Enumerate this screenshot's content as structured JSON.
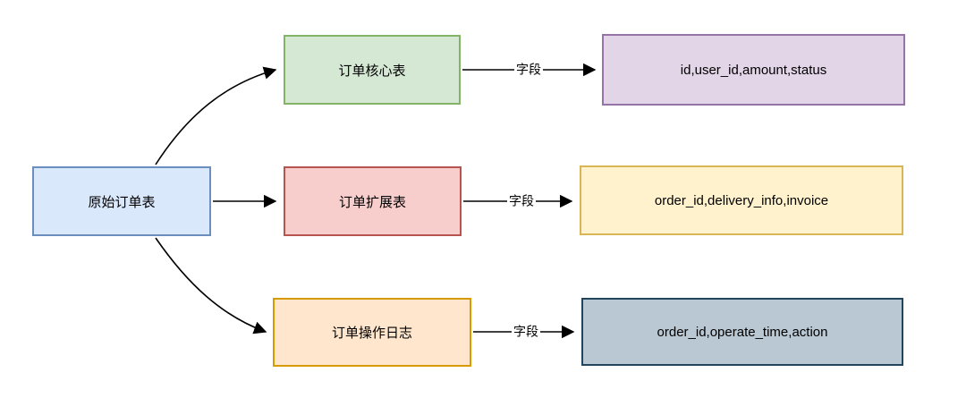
{
  "diagram": {
    "title": "order-table-split-diagram",
    "background": "#ffffff",
    "edge_color": "#000000",
    "nodes": {
      "source": {
        "label": "原始订单表",
        "fill": "#dae8fc",
        "stroke": "#6c8ebf"
      },
      "core": {
        "label": "订单核心表",
        "fill": "#d5e8d4",
        "stroke": "#82b366"
      },
      "ext": {
        "label": "订单扩展表",
        "fill": "#f8cecc",
        "stroke": "#b85450"
      },
      "log": {
        "label": "订单操作日志",
        "fill": "#ffe6cc",
        "stroke": "#d79b00"
      },
      "core_fields": {
        "label": "id,user_id,amount,status",
        "fill": "#e1d5e7",
        "stroke": "#9673a6"
      },
      "ext_fields": {
        "label": "order_id,delivery_info,invoice",
        "fill": "#fff2cc",
        "stroke": "#d6b656"
      },
      "log_fields": {
        "label": "order_id,operate_time,action",
        "fill": "#bac8d3",
        "stroke": "#23445d"
      }
    },
    "edges": [
      {
        "from": "source",
        "to": "core",
        "label": ""
      },
      {
        "from": "source",
        "to": "ext",
        "label": ""
      },
      {
        "from": "source",
        "to": "log",
        "label": ""
      },
      {
        "from": "core",
        "to": "core_fields",
        "label": "字段"
      },
      {
        "from": "ext",
        "to": "ext_fields",
        "label": "字段"
      },
      {
        "from": "log",
        "to": "log_fields",
        "label": "字段"
      }
    ]
  }
}
